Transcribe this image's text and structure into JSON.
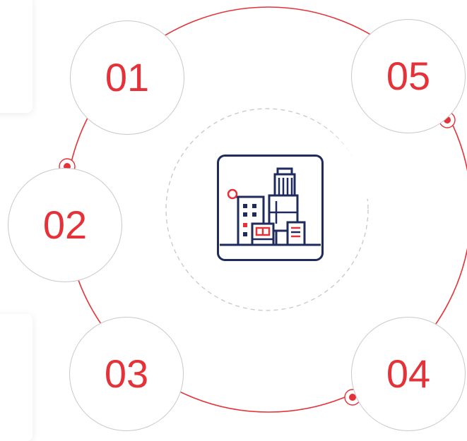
{
  "steps": [
    {
      "id": "01",
      "label": "01"
    },
    {
      "id": "02",
      "label": "02"
    },
    {
      "id": "03",
      "label": "03"
    },
    {
      "id": "04",
      "label": "04"
    },
    {
      "id": "05",
      "label": "05"
    }
  ],
  "center_icon": "city-buildings-icon",
  "colors": {
    "accent": "#e53238",
    "circle_border": "#c9c9c9",
    "dashed_ring": "#c8c8c8",
    "icon_navy": "#1e2b5c"
  }
}
